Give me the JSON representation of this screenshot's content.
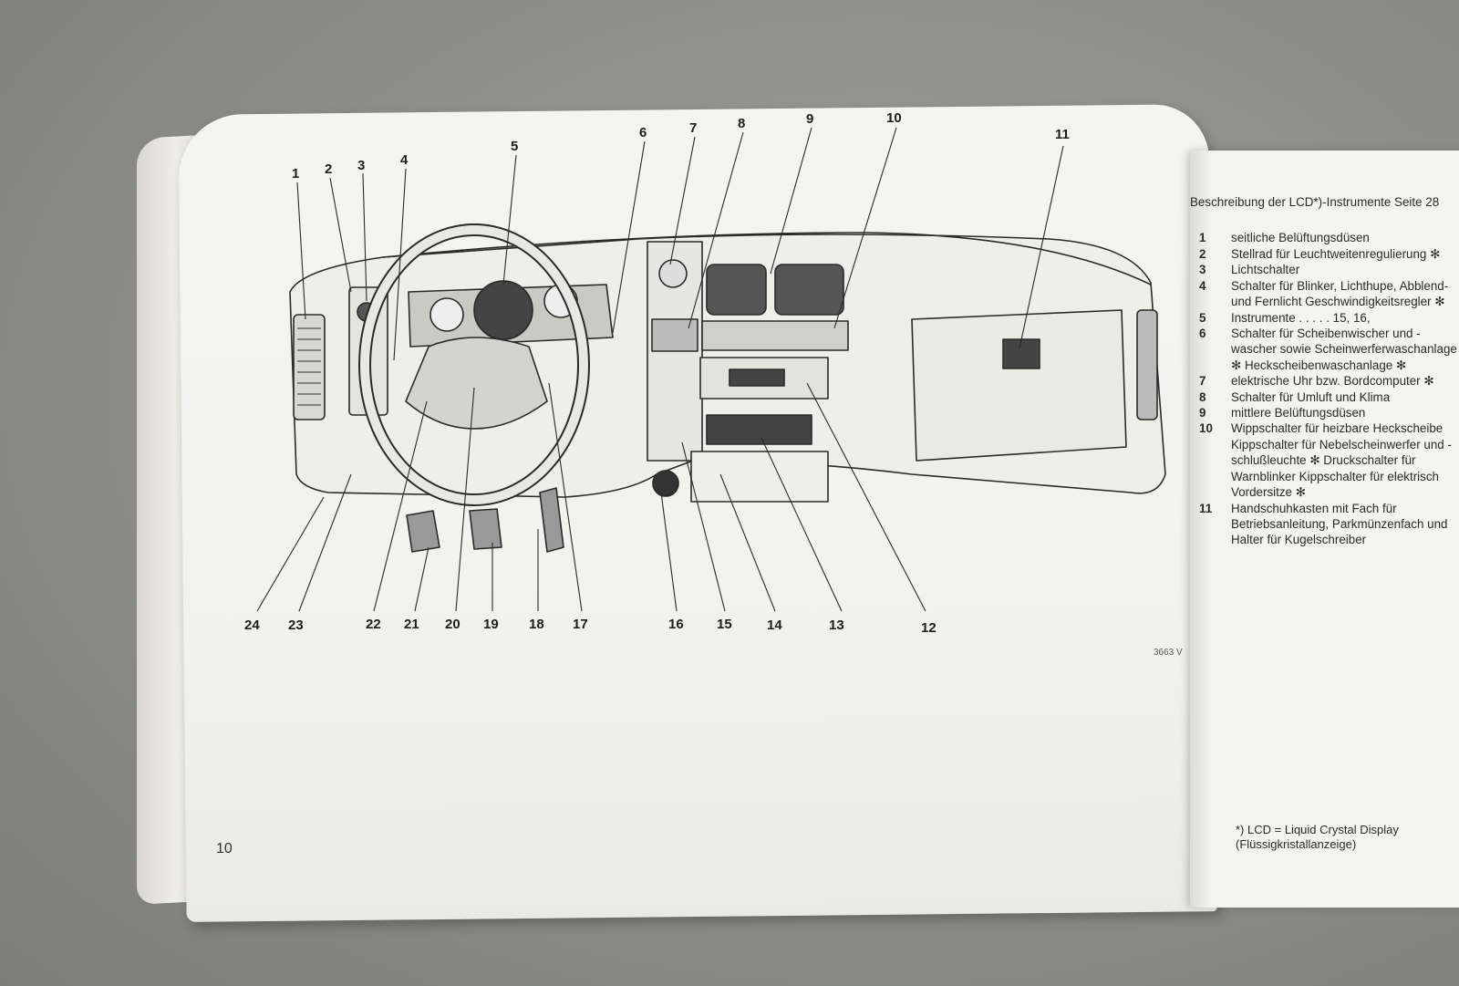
{
  "left_page": {
    "page_number": "10",
    "figure_code": "3663 V",
    "callouts": [
      "1",
      "2",
      "3",
      "4",
      "5",
      "6",
      "7",
      "8",
      "9",
      "10",
      "11",
      "12",
      "13",
      "14",
      "15",
      "16",
      "17",
      "18",
      "19",
      "20",
      "21",
      "22",
      "23",
      "24"
    ]
  },
  "right_page": {
    "lead": "Beschreibung der LCD*)-Instrumente Seite 28",
    "items": [
      {
        "num": "1",
        "text": "seitliche Belüftungsdüsen"
      },
      {
        "num": "2",
        "text": "Stellrad für Leuchtweitenregulierung ✻"
      },
      {
        "num": "3",
        "text": "Lichtschalter"
      },
      {
        "num": "4",
        "text": "Schalter für Blinker, Lichthupe, Abblend- und Fernlicht Geschwindigkeitsregler ✻"
      },
      {
        "num": "5",
        "text": "Instrumente . . . . . 15, 16,"
      },
      {
        "num": "6",
        "text": "Schalter für Scheibenwischer und -wascher sowie Scheinwerferwaschanlage ✻ Heckscheibenwaschanlage ✻"
      },
      {
        "num": "7",
        "text": "elektrische Uhr bzw. Bordcomputer ✻"
      },
      {
        "num": "8",
        "text": "Schalter für Umluft und Klima"
      },
      {
        "num": "9",
        "text": "mittlere Belüftungsdüsen"
      },
      {
        "num": "10",
        "text": "Wippschalter für heizbare Heckscheibe Kippschalter für Nebelscheinwerfer und -schlußleuchte ✻ Druckschalter für Warnblinker Kippschalter für elektrisch Vordersitze ✻"
      },
      {
        "num": "11",
        "text": "Handschuhkasten mit Fach für Betriebsanleitung, Parkmünzenfach und Halter für Kugelschreiber"
      }
    ],
    "footnote": "*) LCD = Liquid Crystal Display (Flüssigkristallanzeige)"
  }
}
